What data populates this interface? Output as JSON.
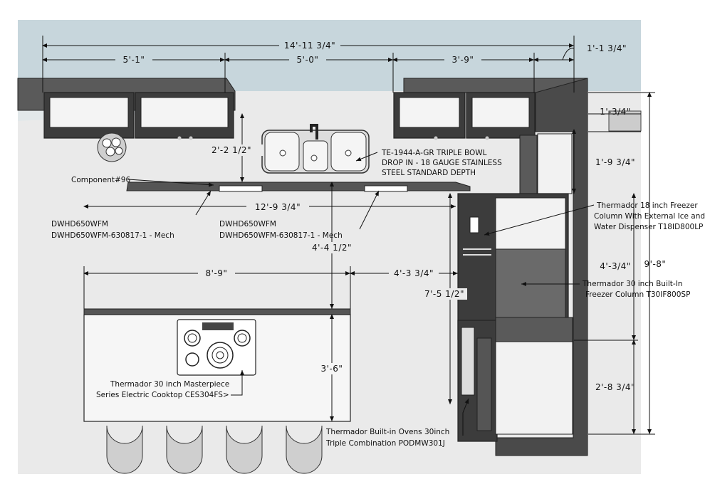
{
  "dimensions": {
    "overall_width": "14'-11 3/4\"",
    "upper_left_width": "5'-1\"",
    "sink_wall_width": "5'-0\"",
    "upper_right_width": "3'-9\"",
    "corner_offset": "1'-1 3/4\"",
    "tall_column_depth": "1'-3/4\"",
    "sink_to_counter": "2'-2 1/2\"",
    "upper_right_side": "1'-9 3/4\"",
    "counter_run": "12'-9 3/4\"",
    "aisle_depth": "4'-4 1/2\"",
    "island_width": "8'-9\"",
    "island_to_wall": "4'-3 3/4\"",
    "column_span": "7'-5 1/2\"",
    "freezer_height": "4'-3/4\"",
    "overall_height": "9'-8\"",
    "island_depth": "3'-6\"",
    "oven_height": "2'-8 3/4\""
  },
  "labels": {
    "sink": [
      "TE-1944-A-GR TRIPLE BOWL",
      "DROP IN - 18 GAUGE STAINLESS",
      "STEEL STANDARD DEPTH"
    ],
    "component": "Component#96",
    "dishwasher_left": [
      "DWHD650WFM",
      "DWHD650WFM-630817-1 - Mech"
    ],
    "dishwasher_right": [
      "DWHD650WFM",
      "DWHD650WFM-630817-1 - Mech"
    ],
    "freezer_18": [
      "Thermador 18 inch Freezer",
      "Column With External Ice and",
      "Water Dispenser T18ID800LP"
    ],
    "freezer_30": [
      "Thermador 30 inch Built-In",
      "Freezer Column T30IF800SP"
    ],
    "cooktop": [
      "Thermador 30 inch Masterpiece",
      "Series Electric Cooktop CES304FS>"
    ],
    "ovens": [
      "Thermador Built-in Ovens 30inch",
      "Triple Combination PODMW301J"
    ]
  }
}
